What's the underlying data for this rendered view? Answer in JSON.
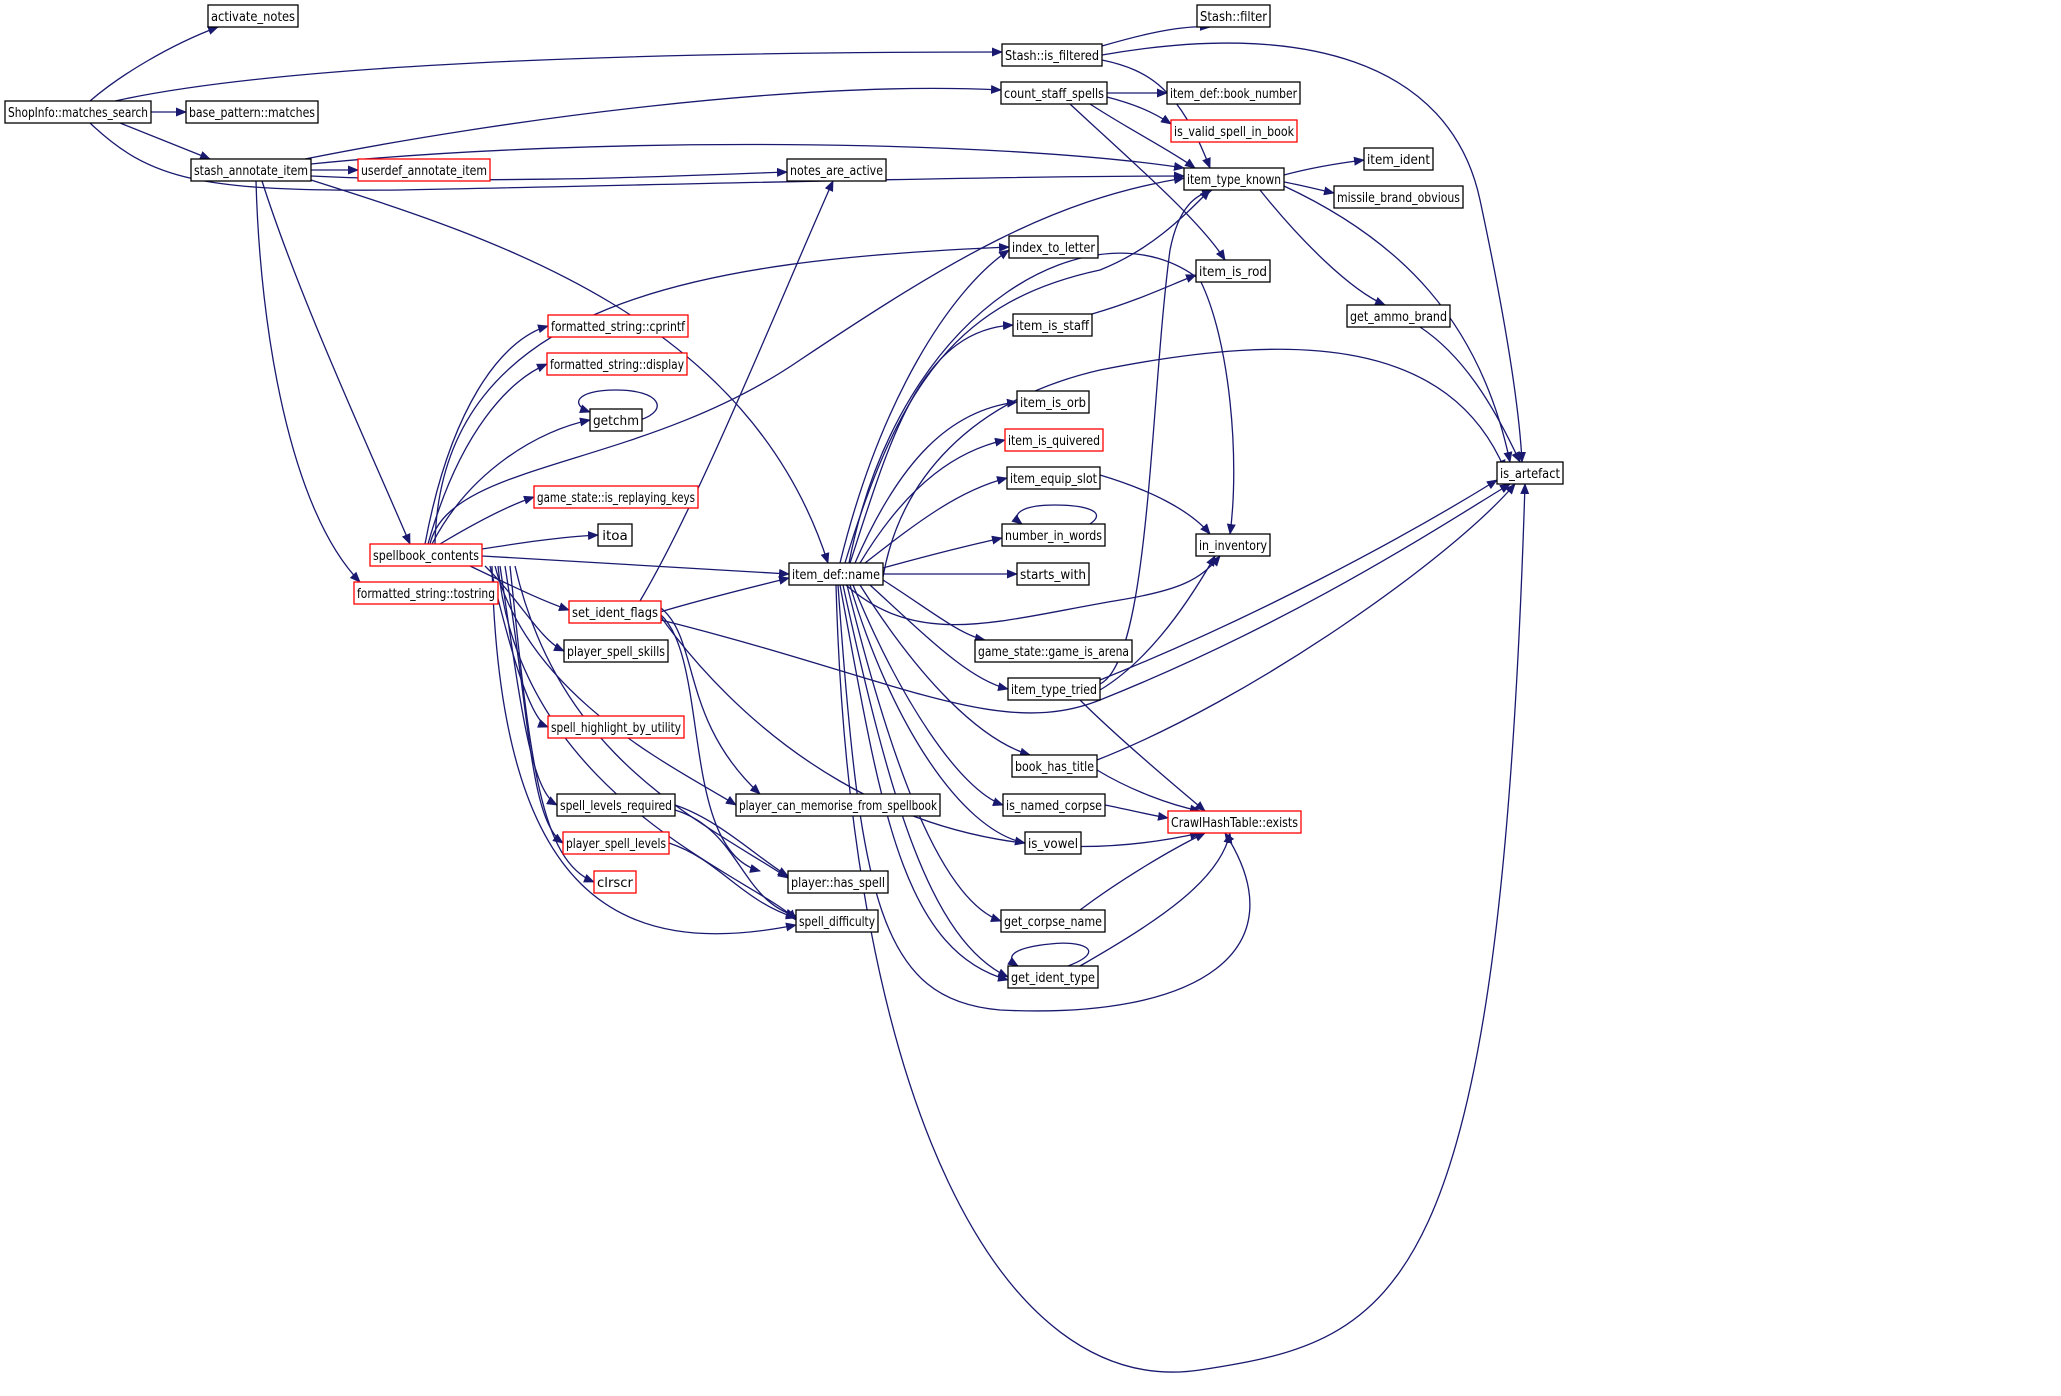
{
  "graph": {
    "colors": {
      "edge": "#191970",
      "node_border": "#000000",
      "node_border_truncated": "#ff0000",
      "node_fill": "#ffffff",
      "root_fill": "#bfbfbf"
    },
    "nodes": [
      {
        "id": "shopinfo_matches_search",
        "label": "ShopInfo::matches_search",
        "root": true
      },
      {
        "id": "activate_notes",
        "label": "activate_notes"
      },
      {
        "id": "base_pattern_matches",
        "label": "base_pattern::matches"
      },
      {
        "id": "stash_annotate_item",
        "label": "stash_annotate_item"
      },
      {
        "id": "userdef_annotate_item",
        "label": "userdef_annotate_item",
        "truncated": true
      },
      {
        "id": "spellbook_contents",
        "label": "spellbook_contents",
        "truncated": true
      },
      {
        "id": "formatted_string_tostring",
        "label": "formatted_string::tostring",
        "truncated": true
      },
      {
        "id": "formatted_string_cprintf",
        "label": "formatted_string::cprintf",
        "truncated": true
      },
      {
        "id": "formatted_string_display",
        "label": "formatted_string::display",
        "truncated": true
      },
      {
        "id": "getchm",
        "label": "getchm"
      },
      {
        "id": "game_state_is_replaying_keys",
        "label": "game_state::is_replaying_keys",
        "truncated": true
      },
      {
        "id": "itoa",
        "label": "itoa"
      },
      {
        "id": "set_ident_flags",
        "label": "set_ident_flags",
        "truncated": true
      },
      {
        "id": "player_spell_skills",
        "label": "player_spell_skills"
      },
      {
        "id": "spell_highlight_by_utility",
        "label": "spell_highlight_by_utility",
        "truncated": true
      },
      {
        "id": "spell_levels_required",
        "label": "spell_levels_required"
      },
      {
        "id": "player_spell_levels",
        "label": "player_spell_levels",
        "truncated": true
      },
      {
        "id": "clrscr",
        "label": "clrscr",
        "truncated": true
      },
      {
        "id": "notes_are_active",
        "label": "notes_are_active"
      },
      {
        "id": "item_def_name",
        "label": "item_def::name"
      },
      {
        "id": "player_can_memorise_from_spellbook",
        "label": "player_can_memorise_from_spellbook"
      },
      {
        "id": "player_has_spell",
        "label": "player::has_spell"
      },
      {
        "id": "spell_difficulty",
        "label": "spell_difficulty"
      },
      {
        "id": "stash_is_filtered",
        "label": "Stash::is_filtered"
      },
      {
        "id": "count_staff_spells",
        "label": "count_staff_spells"
      },
      {
        "id": "index_to_letter",
        "label": "index_to_letter"
      },
      {
        "id": "item_is_staff",
        "label": "item_is_staff"
      },
      {
        "id": "item_is_orb",
        "label": "item_is_orb"
      },
      {
        "id": "item_is_quivered",
        "label": "item_is_quivered",
        "truncated": true
      },
      {
        "id": "item_equip_slot",
        "label": "item_equip_slot"
      },
      {
        "id": "number_in_words",
        "label": "number_in_words"
      },
      {
        "id": "starts_with",
        "label": "starts_with"
      },
      {
        "id": "game_state_game_is_arena",
        "label": "game_state::game_is_arena"
      },
      {
        "id": "item_type_tried",
        "label": "item_type_tried"
      },
      {
        "id": "book_has_title",
        "label": "book_has_title"
      },
      {
        "id": "is_named_corpse",
        "label": "is_named_corpse"
      },
      {
        "id": "is_vowel",
        "label": "is_vowel"
      },
      {
        "id": "get_corpse_name",
        "label": "get_corpse_name"
      },
      {
        "id": "get_ident_type",
        "label": "get_ident_type"
      },
      {
        "id": "stash_filter",
        "label": "Stash::filter"
      },
      {
        "id": "item_def_book_number",
        "label": "item_def::book_number"
      },
      {
        "id": "is_valid_spell_in_book",
        "label": "is_valid_spell_in_book",
        "truncated": true
      },
      {
        "id": "item_type_known",
        "label": "item_type_known"
      },
      {
        "id": "item_is_rod",
        "label": "item_is_rod"
      },
      {
        "id": "in_inventory",
        "label": "in_inventory"
      },
      {
        "id": "crawlhashtable_exists",
        "label": "CrawlHashTable::exists",
        "truncated": true
      },
      {
        "id": "item_ident",
        "label": "item_ident"
      },
      {
        "id": "missile_brand_obvious",
        "label": "missile_brand_obvious"
      },
      {
        "id": "get_ammo_brand",
        "label": "get_ammo_brand"
      },
      {
        "id": "is_artefact",
        "label": "is_artefact"
      }
    ]
  }
}
